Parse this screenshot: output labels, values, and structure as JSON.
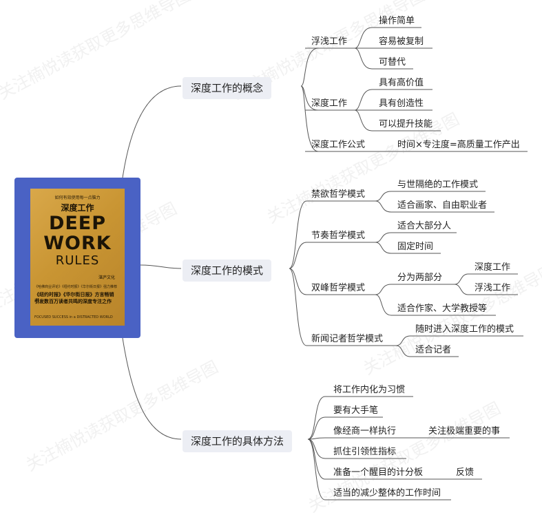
{
  "book": {
    "top_line": "如何有效使用每一点脑力",
    "title_cn": "深度工作",
    "title_line1": "DEEP",
    "title_line2": "WORK",
    "title_line3": "RULES",
    "blurb_lines": [
      "《哈佛商业评论》《纽约时报》《华尔街日报》强力推荐",
      "《纽约时报》《华尔街日报》方言畅销书，",
      "引发数百万读者共鸣的深度专注之作",
      "FOCUSED SUCCESS in a DISTRACTED WORLD"
    ],
    "publisher": "湛庐文化"
  },
  "watermark": "关注楠悦读获取更多思维导图",
  "map": {
    "branches": [
      {
        "label": "深度工作的概念",
        "children": [
          {
            "label": "浮浅工作",
            "children": [
              "操作简单",
              "容易被复制",
              "可替代"
            ]
          },
          {
            "label": "深度工作",
            "children": [
              "具有高价值",
              "具有创造性",
              "可以提升技能"
            ]
          },
          {
            "label": "深度工作公式",
            "children": [
              "时间×专注度=高质量工作产出"
            ]
          }
        ]
      },
      {
        "label": "深度工作的模式",
        "children": [
          {
            "label": "禁欲哲学模式",
            "children": [
              "与世隔绝的工作模式",
              "适合画家、自由职业者"
            ]
          },
          {
            "label": "节奏哲学模式",
            "children": [
              "适合大部分人",
              "固定时间"
            ]
          },
          {
            "label": "双峰哲学模式",
            "children": [
              "分为两部分",
              "适合作家、大学教授等"
            ],
            "sub": [
              "深度工作",
              "浮浅工作"
            ]
          },
          {
            "label": "新闻记者哲学模式",
            "children": [
              "随时进入深度工作的模式",
              "适合记者"
            ]
          }
        ]
      },
      {
        "label": "深度工作的具体方法",
        "children": [
          {
            "label": "将工作内化为习惯"
          },
          {
            "label": "要有大手笔"
          },
          {
            "label": "像经商一样执行",
            "children": [
              "关注极端重要的事"
            ]
          },
          {
            "label": "抓住引领性指标"
          },
          {
            "label": "准备一个醒目的计分板",
            "children": [
              "反馈"
            ]
          },
          {
            "label": "适当的减少整体的工作时间"
          }
        ]
      }
    ]
  }
}
